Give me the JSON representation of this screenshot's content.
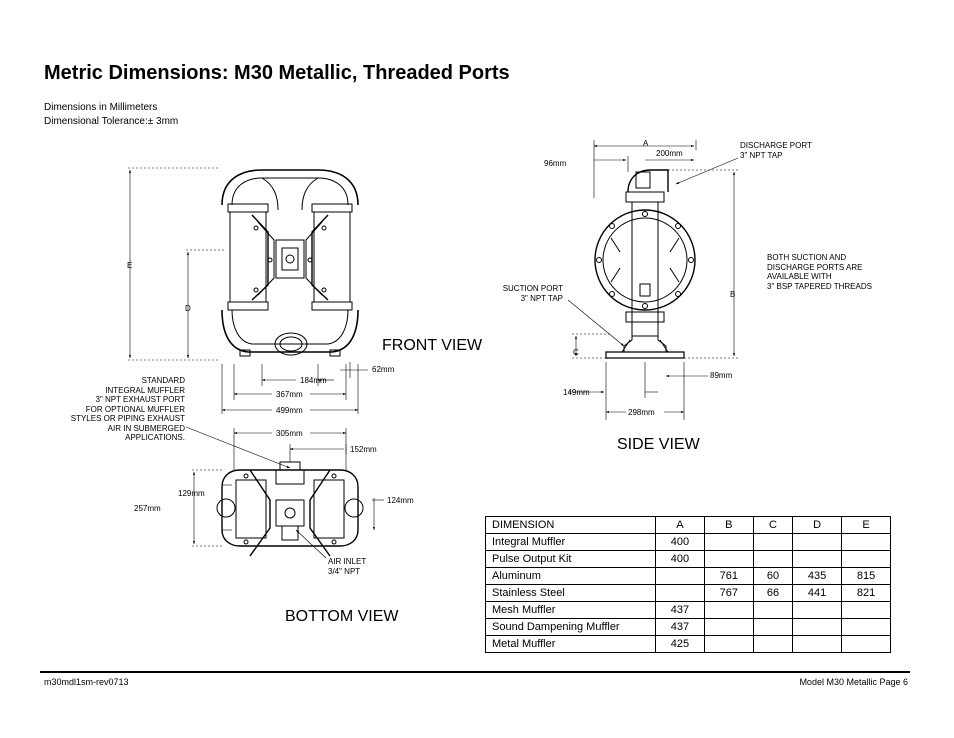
{
  "title": "Metric Dimensions: M30 Metallic, Threaded Ports",
  "notes": {
    "units": "Dimensions in Millimeters",
    "tolerance": "Dimensional Tolerance:± 3mm"
  },
  "front_view": {
    "label": "FRONT VIEW",
    "dim_e": "E",
    "dim_d": "D",
    "dim_62": "62mm",
    "dim_184": "184mm",
    "dim_367": "367mm",
    "dim_499": "499mm"
  },
  "muffler_note": [
    "STANDARD",
    "INTEGRAL MUFFLER",
    "3\" NPT EXHAUST PORT",
    "FOR OPTIONAL MUFFLER",
    "STYLES OR PIPING EXHAUST",
    "AIR IN SUBMERGED",
    "APPLICATIONS."
  ],
  "side_view": {
    "label": "SIDE VIEW",
    "dim_a": "A",
    "dim_96": "96mm",
    "dim_200": "200mm",
    "dim_b": "B",
    "dim_c": "C",
    "dim_149": "149mm",
    "dim_298": "298mm",
    "dim_89": "89mm",
    "discharge_port": [
      "DISCHARGE PORT",
      "3\" NPT TAP"
    ],
    "suction_port": [
      "SUCTION PORT",
      "3\" NPT TAP"
    ],
    "threads_note": [
      "BOTH SUCTION AND",
      "DISCHARGE PORTS ARE",
      "AVAILABLE WITH",
      "3\" BSP TAPERED THREADS"
    ]
  },
  "bottom_view": {
    "label": "BOTTOM VIEW",
    "dim_305": "305mm",
    "dim_152": "152mm",
    "dim_129": "129mm",
    "dim_257": "257mm",
    "dim_124": "124mm",
    "air_inlet": [
      "AIR INLET",
      "3/4\" NPT"
    ]
  },
  "table": {
    "headers": [
      "DIMENSION",
      "A",
      "B",
      "C",
      "D",
      "E"
    ],
    "rows": [
      [
        "Integral Muffler",
        "400",
        "",
        "",
        "",
        ""
      ],
      [
        "Pulse Output Kit",
        "400",
        "",
        "",
        "",
        ""
      ],
      [
        "Aluminum",
        "",
        "761",
        "60",
        "435",
        "815"
      ],
      [
        "Stainless Steel",
        "",
        "767",
        "66",
        "441",
        "821"
      ],
      [
        "Mesh Muffler",
        "437",
        "",
        "",
        "",
        ""
      ],
      [
        "Sound Dampening Muffler",
        "437",
        "",
        "",
        "",
        ""
      ],
      [
        "Metal Muffler",
        "425",
        "",
        "",
        "",
        ""
      ]
    ]
  },
  "footer": {
    "left": "m30mdl1sm-rev0713",
    "right": "Model M30 Metallic Page 6"
  }
}
